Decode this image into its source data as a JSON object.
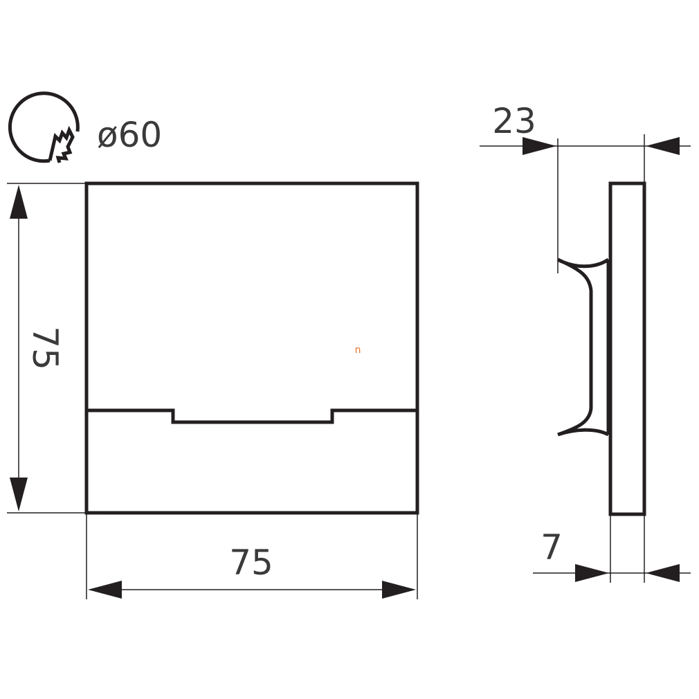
{
  "colors": {
    "line": "#231f20",
    "text": "#3a3a3a",
    "marker": "#e8732a"
  },
  "icons": {
    "hole_saw": "hole-saw-icon"
  },
  "labels": {
    "hole_diameter": "ø60",
    "front_height": "75",
    "front_width": "75",
    "side_depth": "23",
    "plate_thickness": "7",
    "marker": "n"
  }
}
